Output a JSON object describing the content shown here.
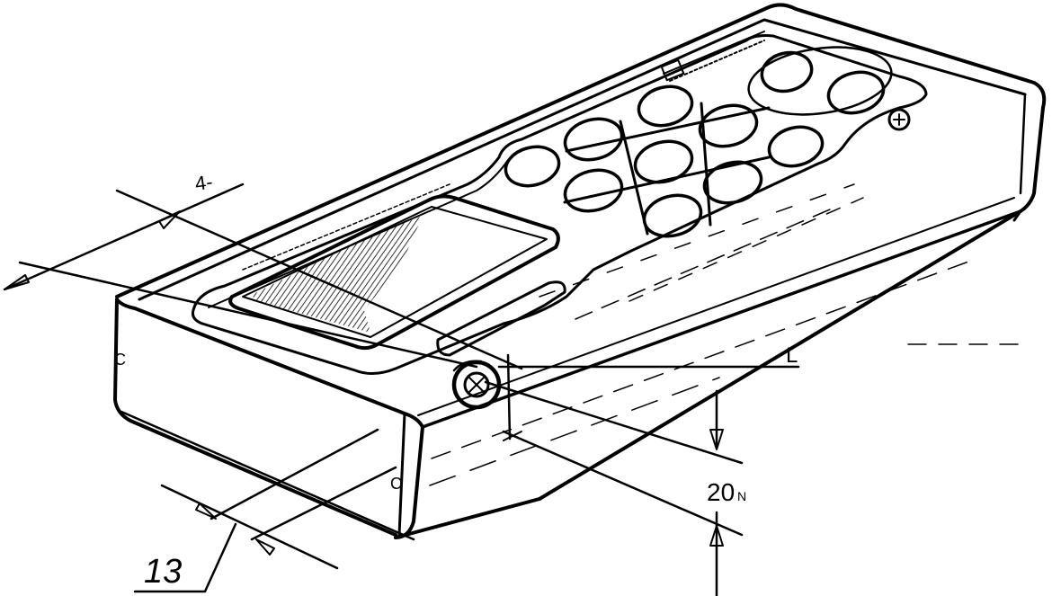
{
  "drawing": {
    "labels": {
      "width_dim": "4-",
      "side_letter_top": "C",
      "side_letter_bottom": "C",
      "axis_letter": "L",
      "height_dim": "20",
      "height_suffix": "N",
      "ref_number": "13"
    },
    "ink_color": "#000000"
  }
}
